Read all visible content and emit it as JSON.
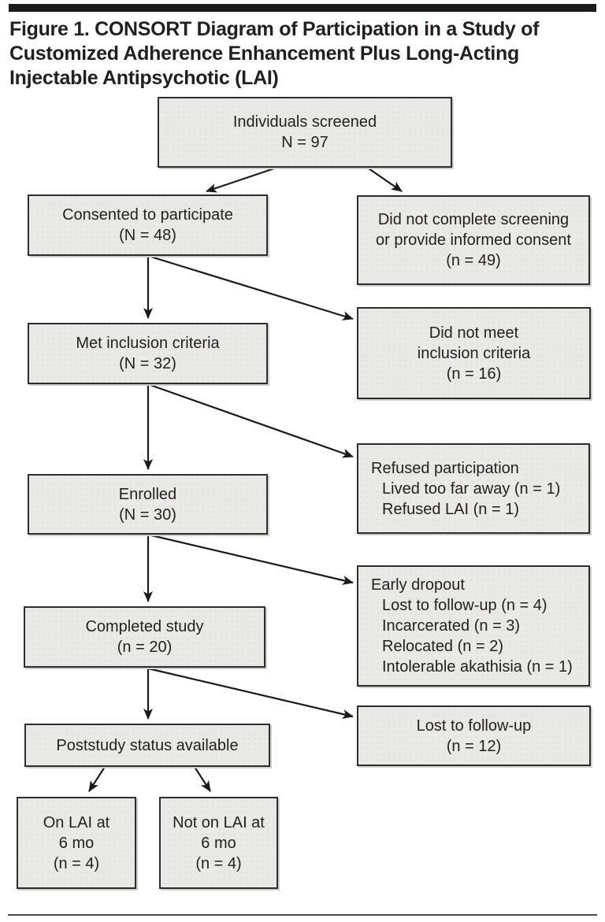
{
  "figure": {
    "title_lines": [
      "Figure 1. CONSORT Diagram of Participation in a Study of",
      "Customized Adherence Enhancement Plus Long-Acting",
      "Injectable Antipsychotic (LAI)"
    ]
  },
  "diagram": {
    "type": "consort-flowchart",
    "boxes": [
      {
        "id": "individuals-screened",
        "lines": [
          "Individuals screened",
          "N = 97"
        ]
      },
      {
        "id": "consented-to-participate",
        "lines": [
          "Consented to participate",
          "(N = 48)"
        ]
      },
      {
        "id": "did-not-complete-screening",
        "lines": [
          "Did not complete screening",
          "or provide informed consent",
          "(n = 49)"
        ]
      },
      {
        "id": "met-inclusion-criteria",
        "lines": [
          "Met inclusion criteria",
          "(N = 32)"
        ]
      },
      {
        "id": "did-not-meet-criteria",
        "lines": [
          "Did not meet",
          "inclusion criteria",
          "(n = 16)"
        ]
      },
      {
        "id": "enrolled",
        "lines": [
          "Enrolled",
          "(N = 30)"
        ]
      },
      {
        "id": "refused-participation",
        "lines": [
          "Refused participation",
          "Lived too far away (n = 1)",
          "Refused LAI (n = 1)"
        ]
      },
      {
        "id": "completed-study",
        "lines": [
          "Completed study",
          "(n = 20)"
        ]
      },
      {
        "id": "early-dropout",
        "lines": [
          "Early dropout",
          "Lost to follow-up (n = 4)",
          "Incarcerated (n = 3)",
          "Relocated (n = 2)",
          "Intolerable akathisia (n = 1)"
        ]
      },
      {
        "id": "poststudy-status-available",
        "lines": [
          "Poststudy status available"
        ]
      },
      {
        "id": "lost-to-follow-up",
        "lines": [
          "Lost to follow-up",
          "(n = 12)"
        ]
      },
      {
        "id": "on-lai-6mo",
        "lines": [
          "On LAI at",
          "6 mo",
          "(n = 4)"
        ]
      },
      {
        "id": "not-on-lai-6mo",
        "lines": [
          "Not on LAI at",
          "6 mo",
          "(n = 4)"
        ]
      }
    ],
    "colors": {
      "box_fill": "#e9e9e8",
      "box_border": "#2e2d2c",
      "text": "#231f20",
      "arrow": "#1a1a1a",
      "rule": "#1c1c1c"
    }
  }
}
